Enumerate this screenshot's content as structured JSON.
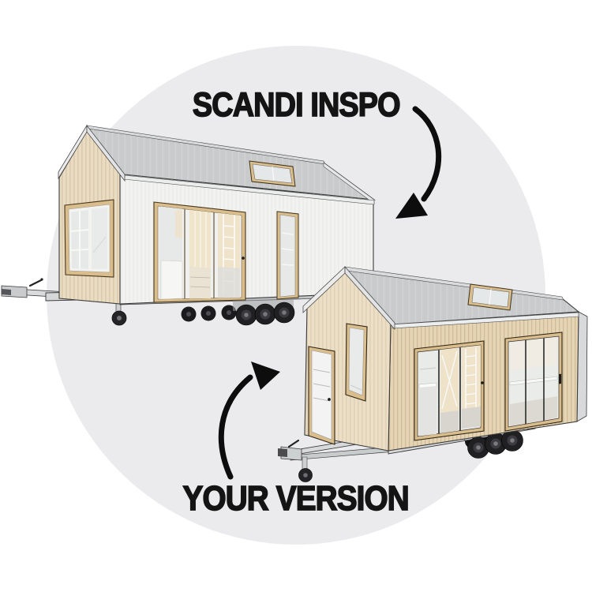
{
  "page": {
    "background_color": "#ffffff",
    "circle_color": "#ebebed"
  },
  "labels": {
    "top": "SCANDI INSPO",
    "bottom": "YOUR VERSION",
    "text_color": "#141414"
  },
  "colors": {
    "wood_light": "#e9dcc2",
    "wood_mid": "#e6d5b4",
    "wood_pale": "#ecdfc6",
    "siding_white": "#f2f2f0",
    "roof_gray": "#c8cacb",
    "frame_wood": "#d9bd8d",
    "glass": "#e7e9e8",
    "trailer_gray": "#d5d7d8",
    "tire_black": "#202022",
    "arrow_black": "#0d0d0d"
  },
  "illustration": {
    "top_house": "scandi-inspiration-tiny-house-on-trailer",
    "bottom_house": "your-version-tiny-house-on-trailer",
    "arrow_top": "curved-arrow-pointing-down-left",
    "arrow_bottom": "curved-arrow-pointing-up-right"
  }
}
